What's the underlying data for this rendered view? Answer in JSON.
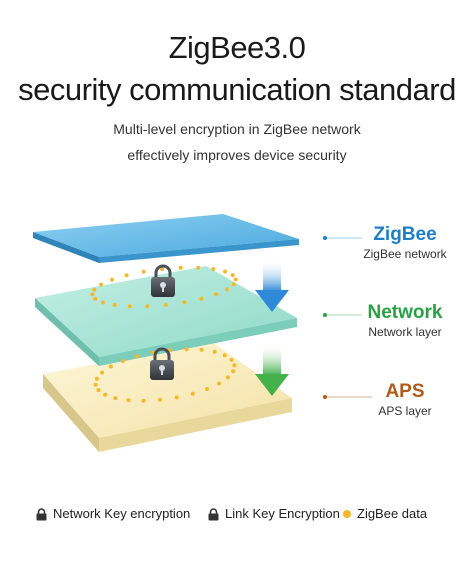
{
  "header": {
    "title_line1": "ZigBee3.0",
    "title_line2": "security communication standard",
    "subtitle_line1": "Multi-level encryption in ZigBee network",
    "subtitle_line2": "effectively improves device security"
  },
  "layers": [
    {
      "name": "ZigBee",
      "desc": "ZigBee network",
      "color": "#1e7fc6"
    },
    {
      "name": "Network",
      "desc": "Network layer",
      "color": "#2aa046"
    },
    {
      "name": "APS",
      "desc": "APS layer",
      "color": "#b25a1a"
    }
  ],
  "legend": {
    "network_key": "Network Key encryption",
    "link_key": "Link Key Encryption",
    "zigbee_data": "ZigBee data"
  },
  "colors": {
    "zigbee_plate": "#5eb7e6",
    "network_plate": "#a8e4d6",
    "aps_plate": "#faefc2",
    "data_dot": "#f5b82a",
    "arrow_blue": "#2e8ad8",
    "arrow_green": "#44b14a"
  },
  "icons": {
    "lock": "padlock-icon",
    "dot": "data-dot-icon"
  }
}
